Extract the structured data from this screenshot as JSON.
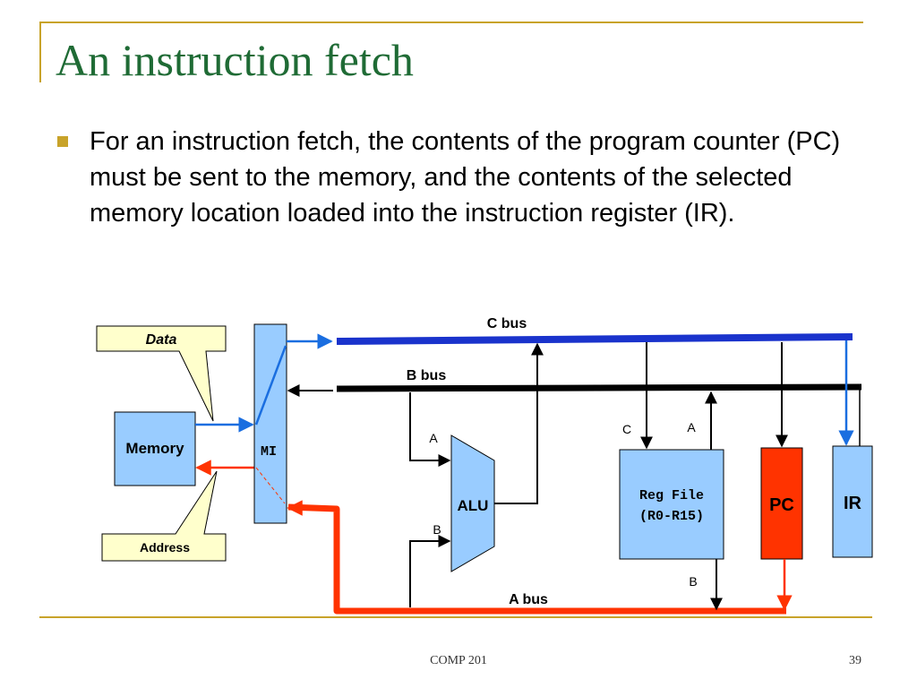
{
  "slide": {
    "title": "An instruction fetch",
    "bullet": "For an instruction fetch, the contents of the program counter (PC) must be sent to the memory, and the contents of the selected memory location loaded into the instruction register (IR)."
  },
  "diagram": {
    "callout_data": "Data",
    "callout_address": "Address",
    "memory": "Memory",
    "mi": "MI",
    "c_bus": "C bus",
    "b_bus": "B bus",
    "a_bus": "A bus",
    "alu": "ALU",
    "alu_input_a": "A",
    "alu_input_b": "B",
    "regfile_line1": "Reg File",
    "regfile_line2": "(R0-R15)",
    "regfile_port_c": "C",
    "regfile_port_a": "A",
    "regfile_port_b": "B",
    "pc": "PC",
    "ir": "IR"
  },
  "footer": {
    "course": "COMP 201",
    "page": "39"
  },
  "colors": {
    "title_green": "#1f6b35",
    "accent_gold": "#c8a32a",
    "box_blue": "#99ccff",
    "callout_yellow": "#ffffcc",
    "c_bus_blue": "#1a33cc",
    "a_bus_red": "#ff3300",
    "pc_red": "#ff3300"
  }
}
